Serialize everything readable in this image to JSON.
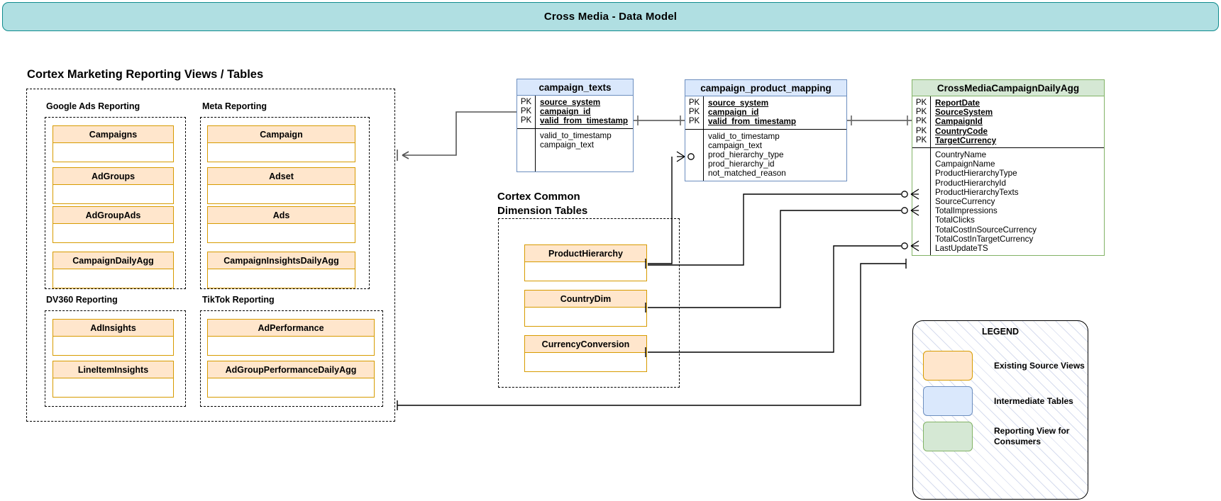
{
  "banner": {
    "title": "Cross Media - Data Model"
  },
  "sections": {
    "reporting_views": {
      "title": "Cortex Marketing Reporting Views / Tables"
    },
    "common_dims": {
      "title": "Cortex Common\nDimension Tables"
    }
  },
  "groups": [
    {
      "title": "Google Ads Reporting",
      "tables": [
        "Campaigns",
        "AdGroups",
        "AdGroupAds",
        "CampaignDailyAgg"
      ]
    },
    {
      "title": "Meta Reporting",
      "tables": [
        "Campaign",
        "Adset",
        "Ads",
        "CampaignInsightsDailyAgg"
      ]
    },
    {
      "title": "DV360 Reporting",
      "tables": [
        "AdInsights",
        "LineItemInsights"
      ]
    },
    {
      "title": "TikTok Reporting",
      "tables": [
        "AdPerformance",
        "AdGroupPerformanceDailyAgg"
      ]
    }
  ],
  "dimension_tables": [
    "ProductHierarchy",
    "CountryDim",
    "CurrencyConversion"
  ],
  "erd": {
    "campaign_texts": {
      "name": "campaign_texts",
      "keys": [
        {
          "pk": "PK",
          "field": "source_system"
        },
        {
          "pk": "PK",
          "field": "campaign_id"
        },
        {
          "pk": "PK",
          "field": "valid_from_timestamp"
        }
      ],
      "attributes": [
        "valid_to_timestamp",
        "campaign_text"
      ]
    },
    "campaign_product_mapping": {
      "name": "campaign_product_mapping",
      "keys": [
        {
          "pk": "PK",
          "field": "source_system"
        },
        {
          "pk": "PK",
          "field": "campaign_id"
        },
        {
          "pk": "PK",
          "field": "valid_from_timestamp"
        }
      ],
      "attributes": [
        "valid_to_timestamp",
        "campaign_text",
        "prod_hierarchy_type",
        "prod_hierarchy_id",
        "not_matched_reason"
      ]
    },
    "cross_media": {
      "name": "CrossMediaCampaignDailyAgg",
      "keys": [
        {
          "pk": "PK",
          "field": "ReportDate"
        },
        {
          "pk": "PK",
          "field": "SourceSystem"
        },
        {
          "pk": "PK",
          "field": "CampaignId"
        },
        {
          "pk": "PK",
          "field": "CountryCode"
        },
        {
          "pk": "PK",
          "field": "TargetCurrency"
        }
      ],
      "attributes": [
        "CountryName",
        "CampaignName",
        "ProductHierarchyType",
        "ProductHierarchyId",
        "ProductHierarchyTexts",
        "SourceCurrency",
        "TotalImpressions",
        "TotalClicks",
        "TotalCostInSourceCurrency",
        "TotalCostInTargetCurrency",
        "LastUpdateTS"
      ]
    }
  },
  "legend": {
    "title": "LEGEND",
    "items": [
      {
        "color": "#ffe6cc",
        "label": "Existing Source Views"
      },
      {
        "color": "#dae8fc",
        "label": "Intermediate Tables"
      },
      {
        "color": "#d5e8d4",
        "label": "Reporting View for\nConsumers"
      }
    ]
  },
  "colors": {
    "banner_fill": "#b0dfe2",
    "banner_stroke": "#0f8b8d",
    "source_fill": "#ffe6cc",
    "source_stroke": "#d79b00",
    "intermediate_fill": "#dae8fc",
    "intermediate_stroke": "#6c8ebf",
    "reporting_fill": "#d5e8d4",
    "reporting_stroke": "#82b366"
  }
}
